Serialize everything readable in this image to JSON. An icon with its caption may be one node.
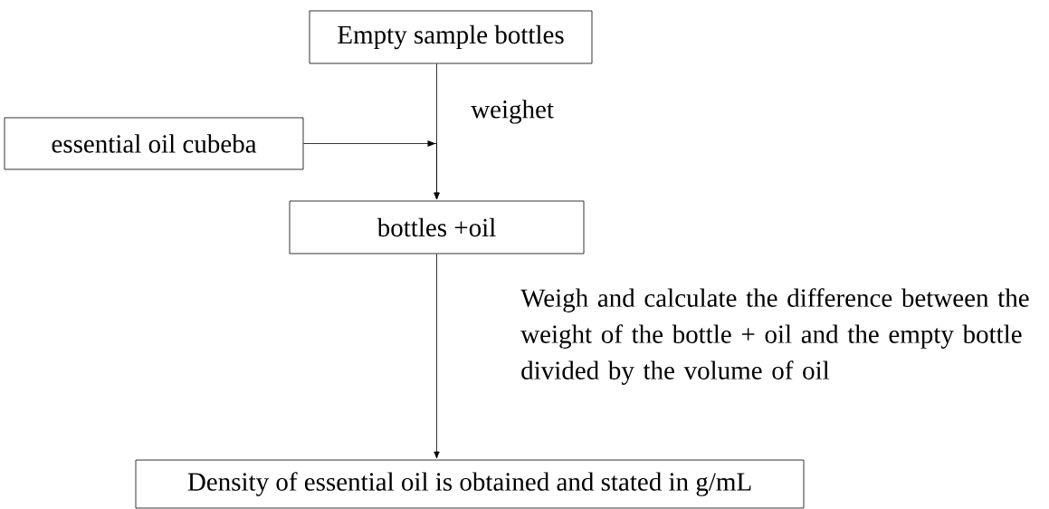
{
  "diagram": {
    "nodes": [
      {
        "text": [
          "Empty sample bottles"
        ]
      },
      {
        "text": [
          "essential oil cubeba"
        ]
      },
      {
        "text": [
          "bottles +oil"
        ]
      },
      {
        "text": [
          "Density of essential oil is obtained and stated in g/mL"
        ]
      }
    ],
    "edges": [
      {
        "from": 0,
        "to": 2,
        "arrow": "to",
        "label": "weighet"
      },
      {
        "from": 1,
        "to": 2,
        "arrow": "to"
      },
      {
        "from": 2,
        "to": 3,
        "arrow": "to",
        "label": "Weigh and calculate the difference between the weight of the bottle + oil and the empty bottle divided by the volume of oil"
      }
    ]
  }
}
